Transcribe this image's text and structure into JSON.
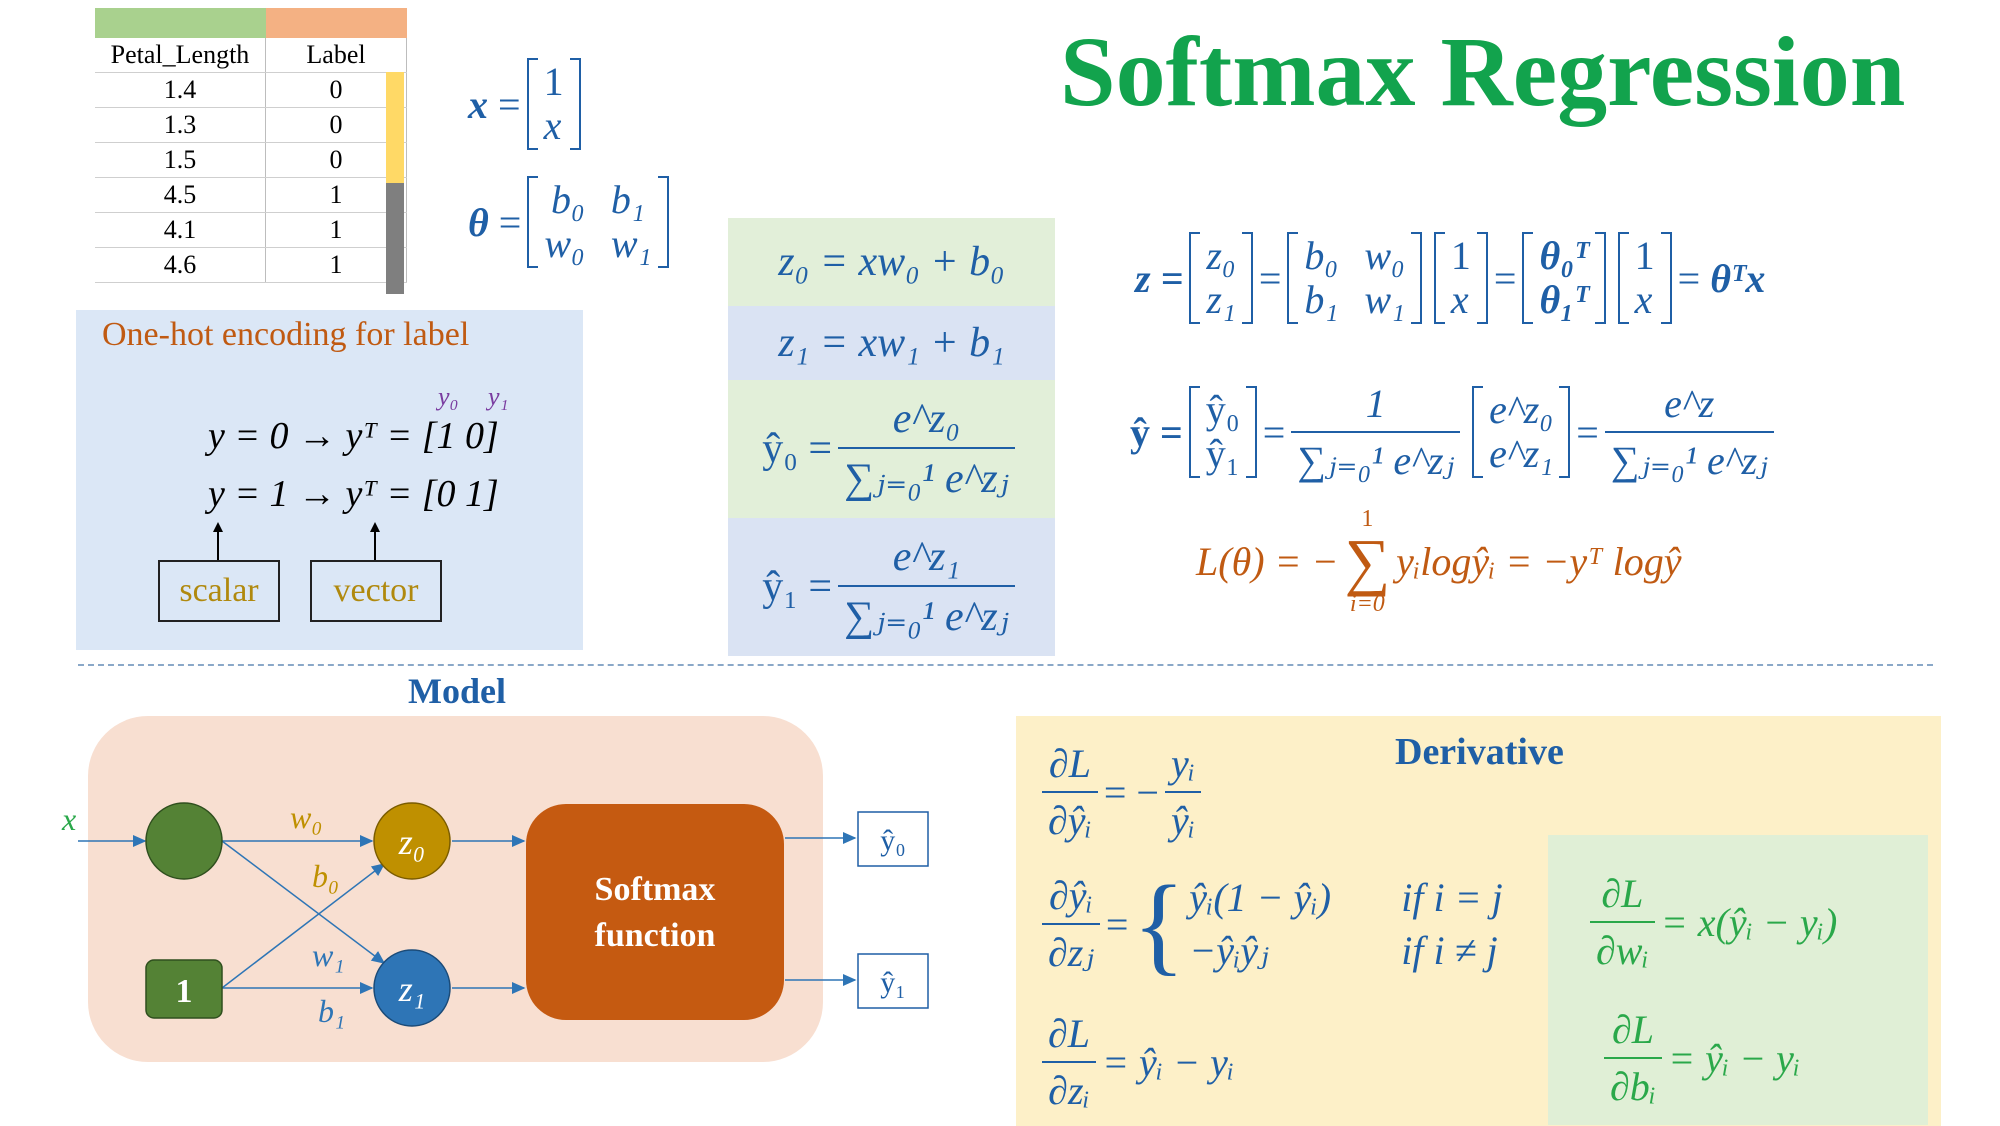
{
  "title": "Softmax Regression",
  "table": {
    "header_colors": [
      "#a9d18e",
      "#f4b183"
    ],
    "headers": [
      "Petal_Length",
      "Label"
    ],
    "rows": [
      [
        "1.4",
        "0"
      ],
      [
        "1.3",
        "0"
      ],
      [
        "1.5",
        "0"
      ],
      [
        "4.5",
        "1"
      ],
      [
        "4.1",
        "1"
      ],
      [
        "4.6",
        "1"
      ]
    ],
    "class_colors": [
      "#ffd966",
      "#7f7f7f"
    ]
  },
  "x_def": {
    "lhs": "x",
    "eq": "=",
    "top": "1",
    "bottom": "x"
  },
  "theta_def": {
    "lhs": "θ",
    "eq": "=",
    "r1": [
      "b₀",
      "b₁"
    ],
    "r2": [
      "w₀",
      "w₁"
    ]
  },
  "onehot": {
    "title": "One-hot encoding for label",
    "col_labels": [
      "y₀",
      "y₁"
    ],
    "line1": "y = 0 → yᵀ = [1   0]",
    "line2": "y = 1 → yᵀ = [0   1]",
    "box_scalar": "scalar",
    "box_vector": "vector"
  },
  "z_panels": {
    "z0": "z₀ = xw₀ + b₀",
    "z1": "z₁ = xw₁ + b₁",
    "yhat0_lhs": "ŷ₀ =",
    "yhat0_num": "e^z₀",
    "yhat1_lhs": "ŷ₁ =",
    "yhat1_num": "e^z₁",
    "den": "∑ⱼ₌₀¹ e^zⱼ",
    "colors": {
      "green": "#e2efd9",
      "blue": "#dae3f3"
    }
  },
  "z_vector_eq": {
    "lhs": "z =",
    "z_cells": [
      "z₀",
      "z₁"
    ],
    "bw_rows": [
      [
        "b₀",
        "w₀"
      ],
      [
        "b₁",
        "w₁"
      ]
    ],
    "one_x": [
      "1",
      "x"
    ],
    "theta_rows": [
      "θ₀ᵀ",
      "θ₁ᵀ"
    ],
    "rhs": "θᵀx"
  },
  "yhat_eq": {
    "lhs": "ŷ =",
    "yhat_cells": [
      "ŷ₀",
      "ŷ₁"
    ],
    "frac_num": "1",
    "frac_den": "∑ⱼ₌₀¹ e^zⱼ",
    "exp_cells": [
      "e^z₀",
      "e^z₁"
    ],
    "rhs_num": "e^z",
    "rhs_den": "∑ⱼ₌₀¹ e^zⱼ"
  },
  "loss_eq": {
    "lhs": "L(θ) = −",
    "sum_top": "1",
    "sum_bottom": "i=0",
    "body": "yᵢlogŷᵢ = −yᵀ logŷ",
    "color": "#c05a12"
  },
  "model": {
    "title": "Model",
    "input_label": "x",
    "bias_node": "1",
    "z0": "z₀",
    "z1": "z₁",
    "w0": "w₀",
    "b0": "b₀",
    "w1": "w₁",
    "b1": "b₁",
    "softmax_line1": "Softmax",
    "softmax_line2": "function",
    "out0": "ŷ₀",
    "out1": "ŷ₁",
    "colors": {
      "panel": "#f8dfd1",
      "input_node": "#548235",
      "z0_node": "#bf9000",
      "z1_node": "#2e75b6",
      "softmax": "#c55a11",
      "weight_label": "#bf9000",
      "input_text": "#2aa84a",
      "edge": "#2e75b6"
    }
  },
  "derivative": {
    "title": "Derivative",
    "d1_num": "∂L",
    "d1_den": "∂ŷᵢ",
    "d1_rhs_pre": "= −",
    "d1_rhs_num": "yᵢ",
    "d1_rhs_den": "ŷᵢ",
    "d2_num": "∂ŷᵢ",
    "d2_den": "∂zⱼ",
    "d2_case1": "ŷᵢ(1 − ŷᵢ)",
    "d2_cond1": "if i = j",
    "d2_case2": "−ŷᵢŷⱼ",
    "d2_cond2": "if i ≠ j",
    "d3_num": "∂L",
    "d3_den": "∂zᵢ",
    "d3_rhs": "= ŷᵢ − yᵢ",
    "g1_num": "∂L",
    "g1_den": "∂wᵢ",
    "g1_rhs": "= x(ŷᵢ − yᵢ)",
    "g2_num": "∂L",
    "g2_den": "∂bᵢ",
    "g2_rhs": "= ŷᵢ − yᵢ"
  }
}
